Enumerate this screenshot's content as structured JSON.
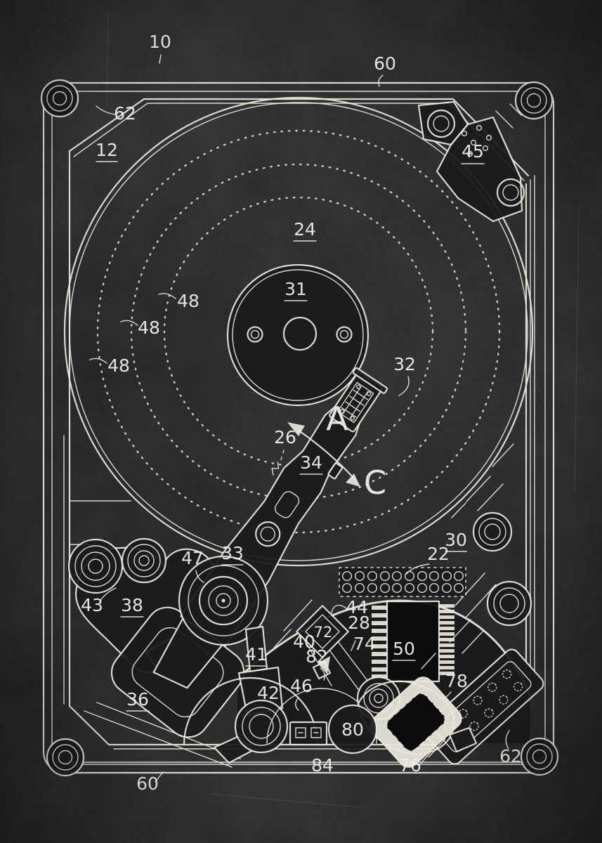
{
  "poster": {
    "subject": "Hard disk drive internal top view - patent style chalk drawing",
    "background_color": "#1b1b1d",
    "chalk_color": "#e9e7dc"
  },
  "refs": {
    "10": "10",
    "12": "12",
    "22": "22",
    "24": "24",
    "26": "26",
    "28": "28",
    "30": "30",
    "31": "31",
    "32": "32",
    "33": "33",
    "34": "34",
    "36": "36",
    "38": "38",
    "40": "40",
    "41": "41",
    "42": "42",
    "43": "43",
    "44": "44",
    "45": "45",
    "46": "46",
    "47": "47",
    "48": "48",
    "50": "50",
    "60": "60",
    "62": "62",
    "72": "72",
    "74": "74",
    "76": "76",
    "78": "78",
    "80": "80",
    "82": "82",
    "84": "84",
    "A": "A",
    "C": "C"
  }
}
